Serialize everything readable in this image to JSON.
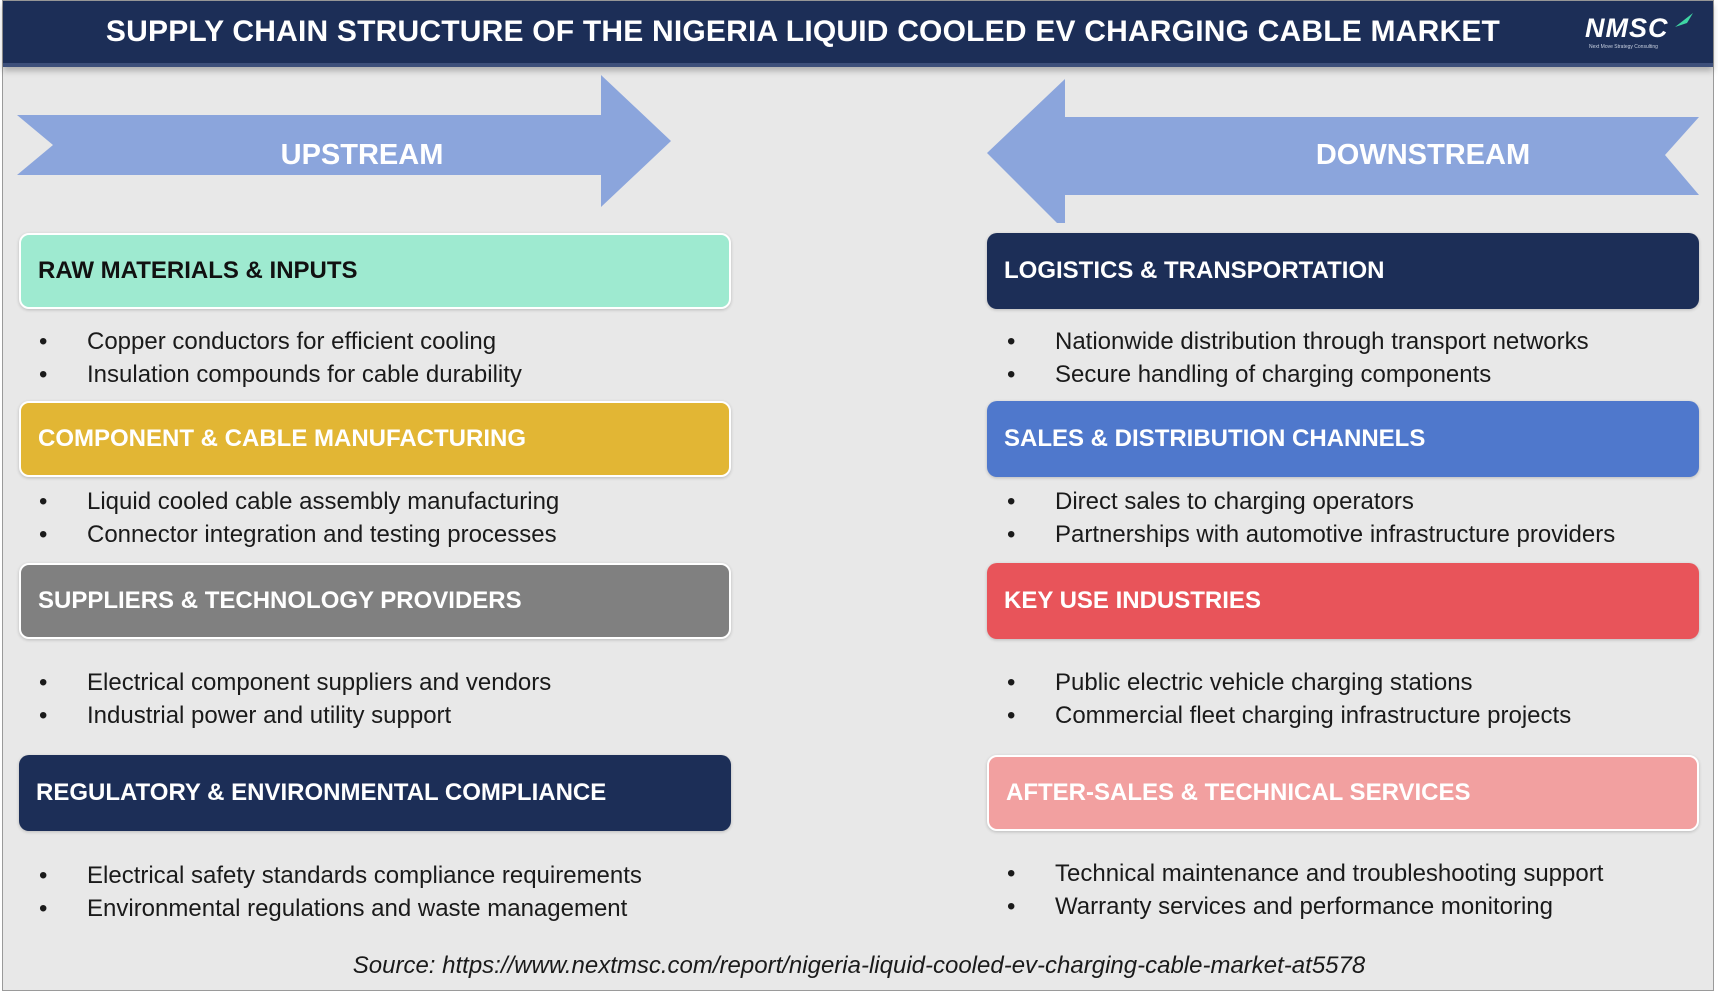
{
  "title": "SUPPLY CHAIN STRUCTURE OF THE NIGERIA LIQUID COOLED EV CHARGING CABLE MARKET",
  "logo": {
    "text": "NMSC",
    "tagline": "Next Move Strategy Consulting"
  },
  "colors": {
    "navy": "#1c2e57",
    "arrow": "#8ba5dc",
    "mint": "#9eead0",
    "gold": "#e2b634",
    "gray": "#808080",
    "blue": "#4f78cc",
    "red": "#e8545a",
    "pink": "#f2a0a0"
  },
  "upstream": {
    "label": "UPSTREAM",
    "sections": [
      {
        "heading": "RAW MATERIALS & INPUTS",
        "items": [
          "Copper conductors for efficient cooling",
          "Insulation compounds for cable durability"
        ]
      },
      {
        "heading": "COMPONENT & CABLE MANUFACTURING",
        "items": [
          "Liquid cooled cable assembly manufacturing",
          "Connector integration and testing processes"
        ]
      },
      {
        "heading": "SUPPLIERS & TECHNOLOGY PROVIDERS",
        "items": [
          "Electrical component suppliers and vendors",
          "Industrial power and utility support"
        ]
      },
      {
        "heading": "REGULATORY & ENVIRONMENTAL COMPLIANCE",
        "items": [
          "Electrical safety standards compliance requirements",
          "Environmental regulations and waste management"
        ]
      }
    ]
  },
  "downstream": {
    "label": "DOWNSTREAM",
    "sections": [
      {
        "heading": "LOGISTICS & TRANSPORTATION",
        "items": [
          "Nationwide distribution through transport networks",
          "Secure handling of charging components"
        ]
      },
      {
        "heading": "SALES & DISTRIBUTION CHANNELS",
        "items": [
          "Direct sales to charging operators",
          "Partnerships with automotive infrastructure providers"
        ]
      },
      {
        "heading": "KEY USE INDUSTRIES",
        "items": [
          "Public electric vehicle charging stations",
          "Commercial fleet charging infrastructure projects"
        ]
      },
      {
        "heading": "AFTER-SALES & TECHNICAL SERVICES",
        "items": [
          "Technical maintenance and troubleshooting support",
          "Warranty services and performance monitoring"
        ]
      }
    ]
  },
  "bullet_char": "•",
  "source": "Source: https://www.nextmsc.com/report/nigeria-liquid-cooled-ev-charging-cable-market-at5578"
}
